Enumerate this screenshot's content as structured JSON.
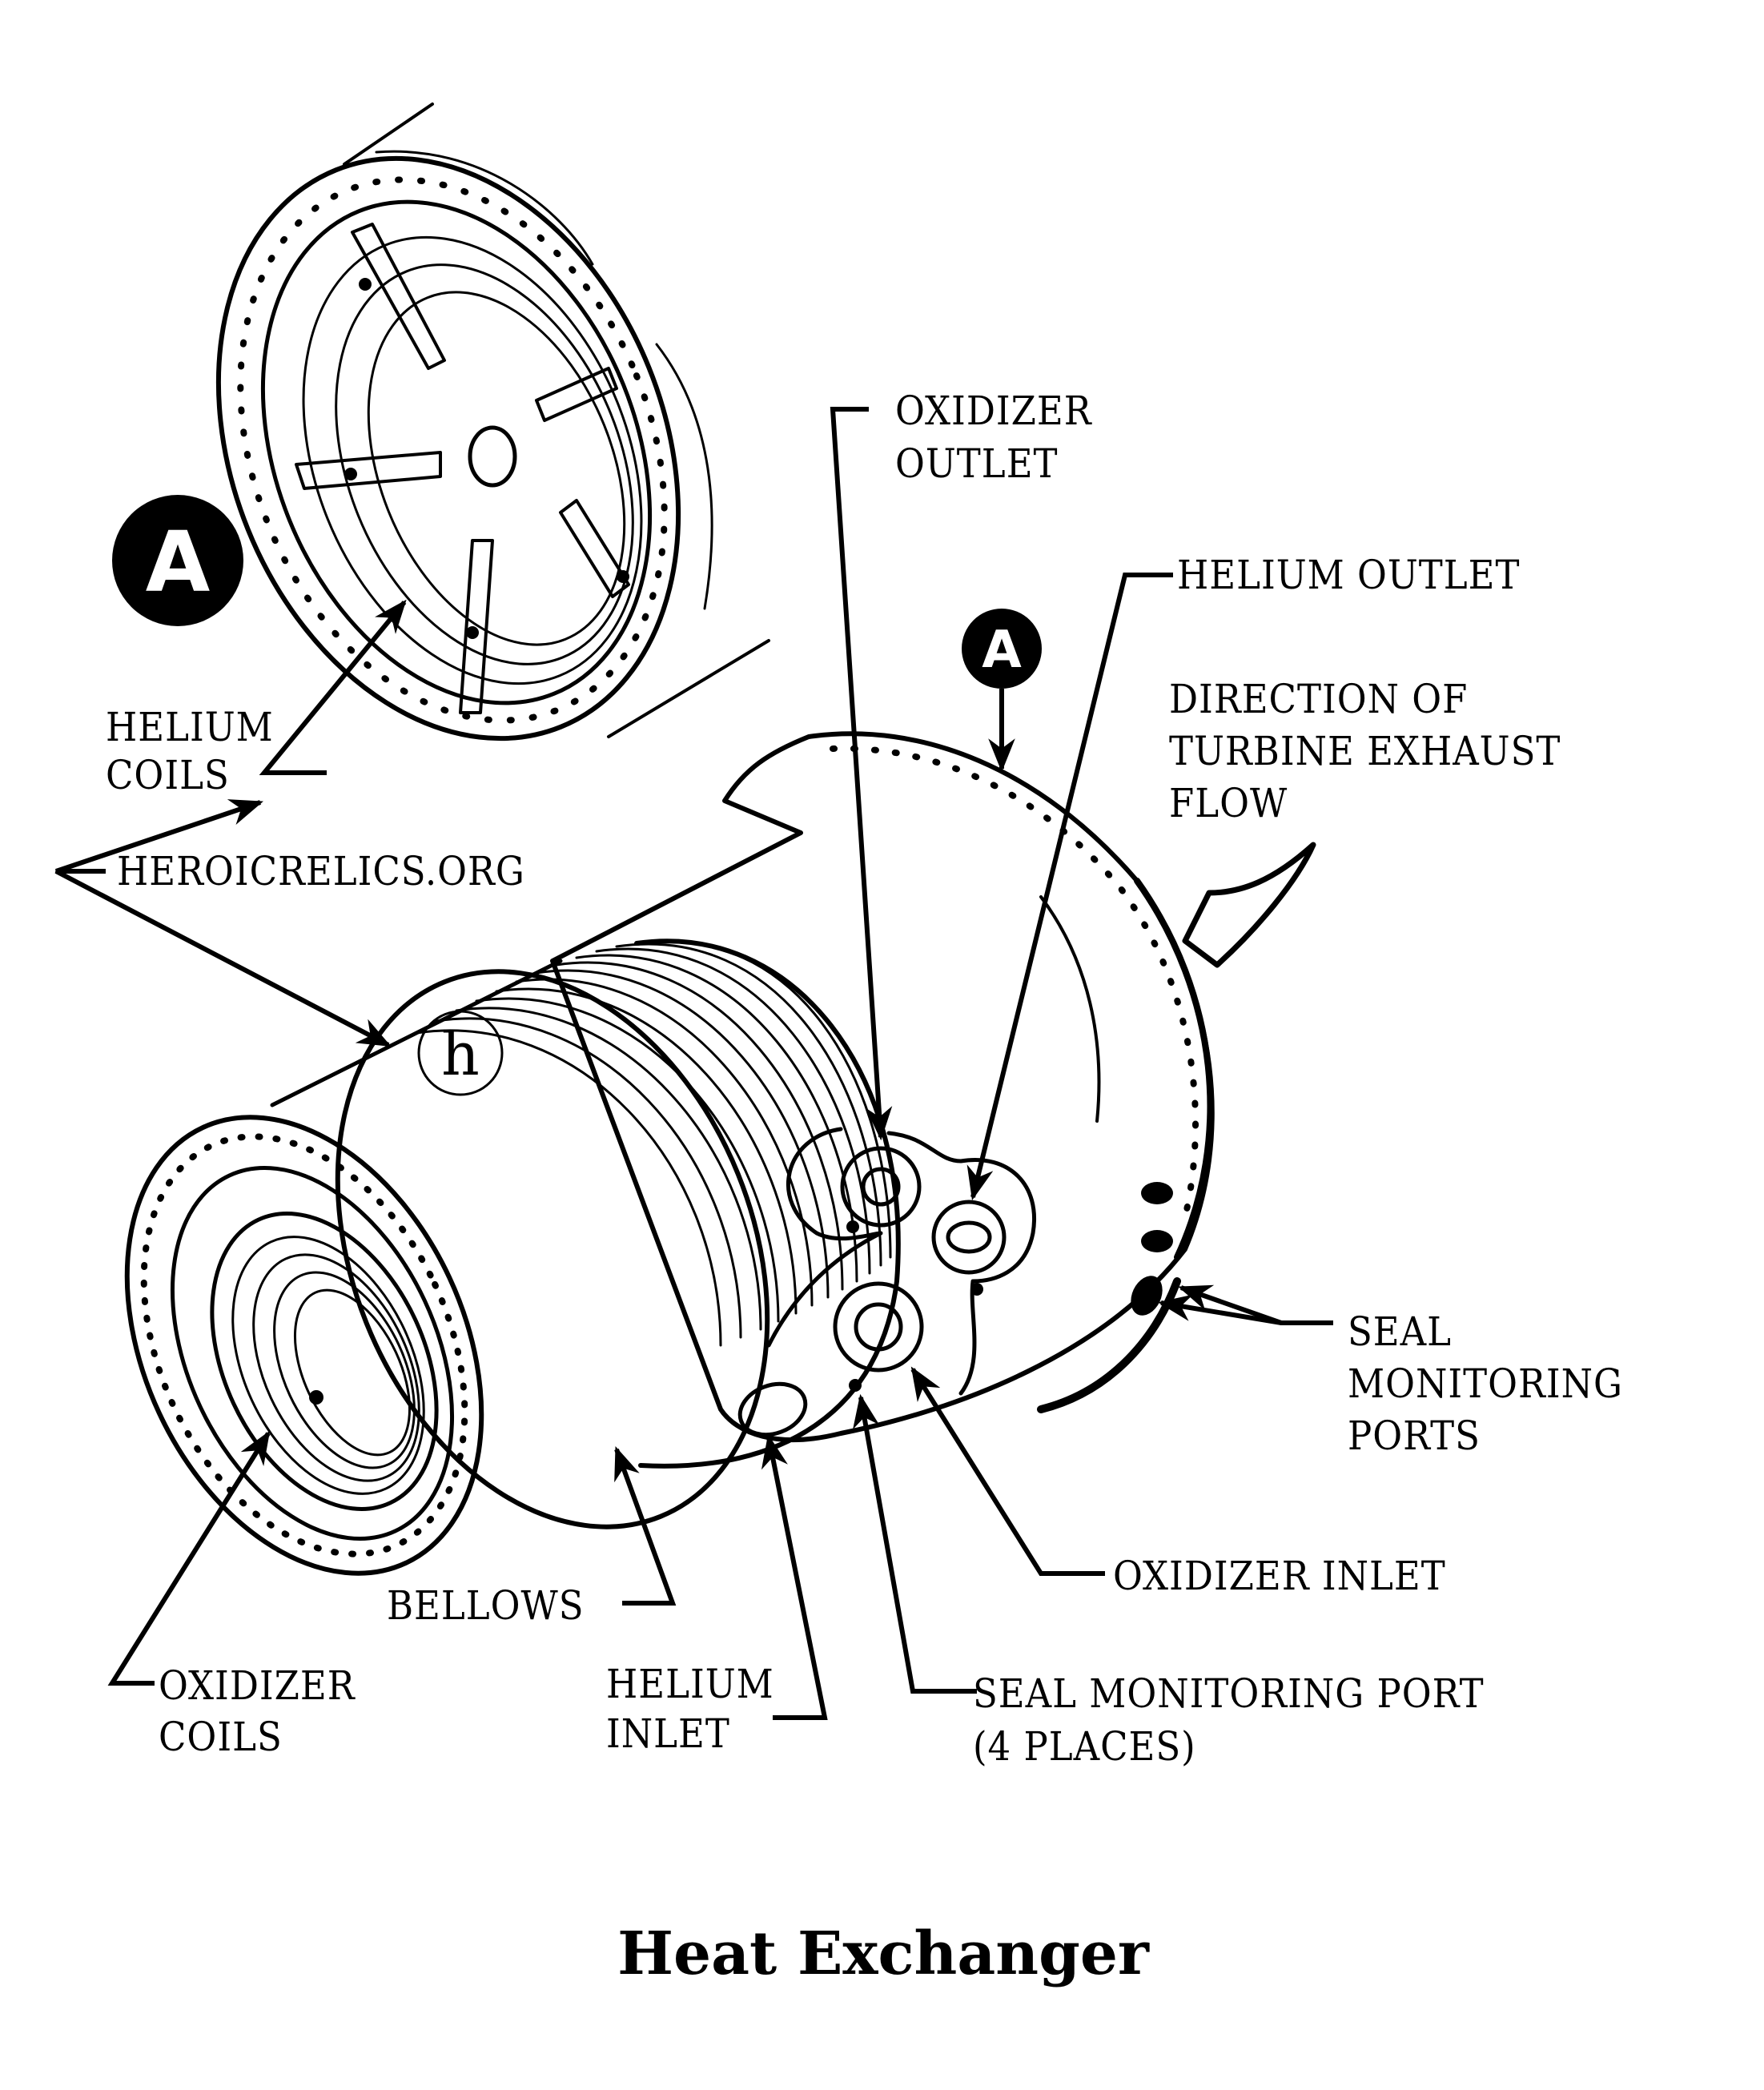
{
  "title": "Heat Exchanger",
  "detail_badge": "A",
  "watermark": {
    "text": "HEROICRELICS.ORG",
    "logo_glyph": "h"
  },
  "colors": {
    "ink": "#000000",
    "paper": "#ffffff"
  },
  "callouts": {
    "oxidizer_outlet": [
      "OXIDIZER",
      "OUTLET"
    ],
    "helium_outlet": [
      "HELIUM OUTLET"
    ],
    "direction_flow": [
      "DIRECTION OF",
      "TURBINE EXHAUST",
      "FLOW"
    ],
    "helium_coils": [
      "HELIUM",
      "COILS"
    ],
    "seal_monitoring_ports": [
      "SEAL",
      "MONITORING",
      "PORTS"
    ],
    "oxidizer_inlet": [
      "OXIDIZER INLET"
    ],
    "seal_monitoring_port": [
      "SEAL MONITORING PORT",
      "(4 PLACES)"
    ],
    "bellows": [
      "BELLOWS"
    ],
    "helium_inlet": [
      "HELIUM",
      "INLET"
    ],
    "oxidizer_coils": [
      "OXIDIZER",
      "COILS"
    ]
  }
}
